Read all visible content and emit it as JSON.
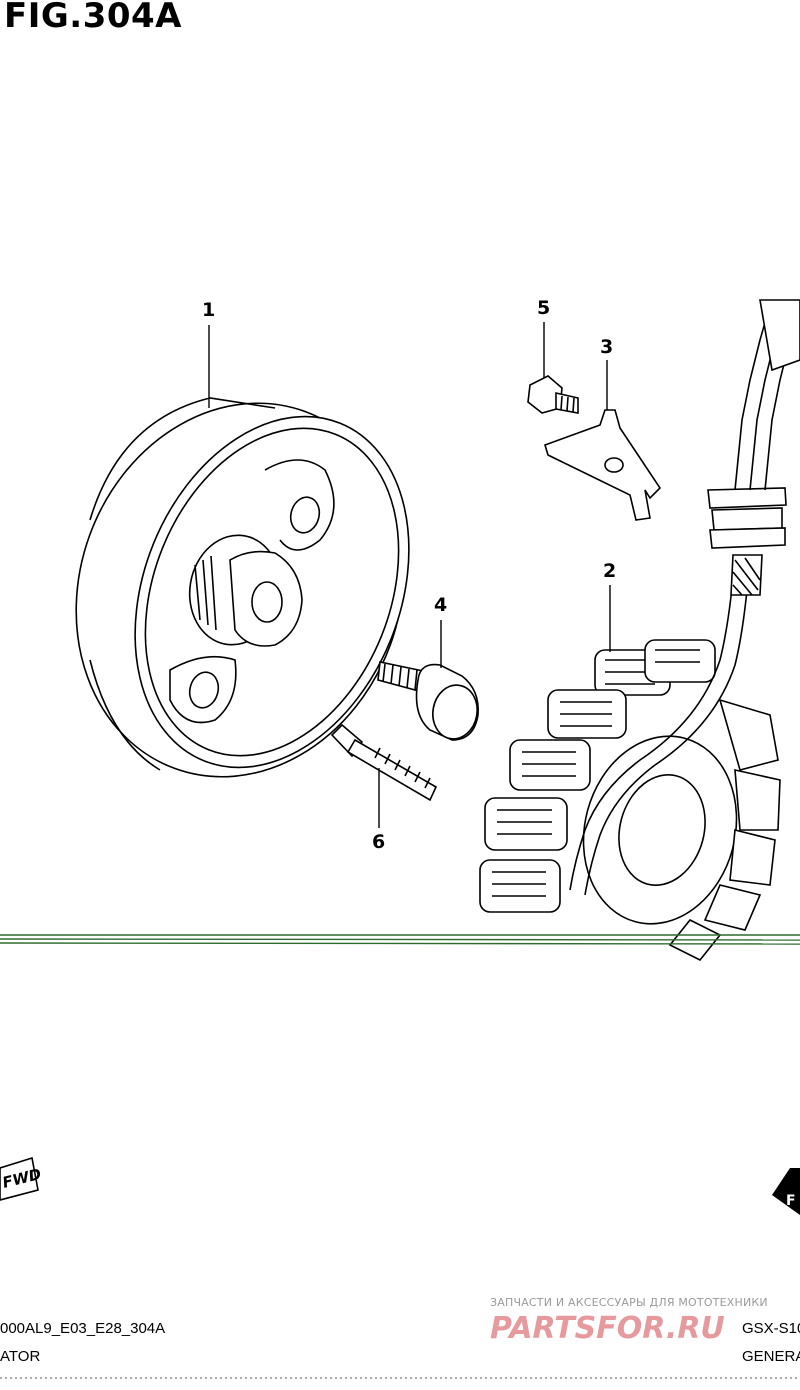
{
  "figure": {
    "title": "FIG.304A"
  },
  "callouts": [
    {
      "id": "1",
      "label": "1"
    },
    {
      "id": "2",
      "label": "2"
    },
    {
      "id": "3",
      "label": "3"
    },
    {
      "id": "4",
      "label": "4"
    },
    {
      "id": "5",
      "label": "5"
    },
    {
      "id": "6",
      "label": "6"
    }
  ],
  "footer": {
    "left_code": "000AL9_E03_E28_304A",
    "left_name": "ATOR",
    "right_code": "GSX-S10",
    "right_name": "GENERA"
  },
  "direction_marks": {
    "left": "FWD",
    "right": "F"
  },
  "watermark": {
    "tagline": "ЗАПЧАСТИ И АКСЕССУАРЫ ДЛЯ МОТОТЕХНИКИ",
    "logo": "PARTSFOR.RU",
    "color": "#e2898d"
  },
  "colors": {
    "line": "#000000",
    "divider": "#2f6b2f"
  }
}
